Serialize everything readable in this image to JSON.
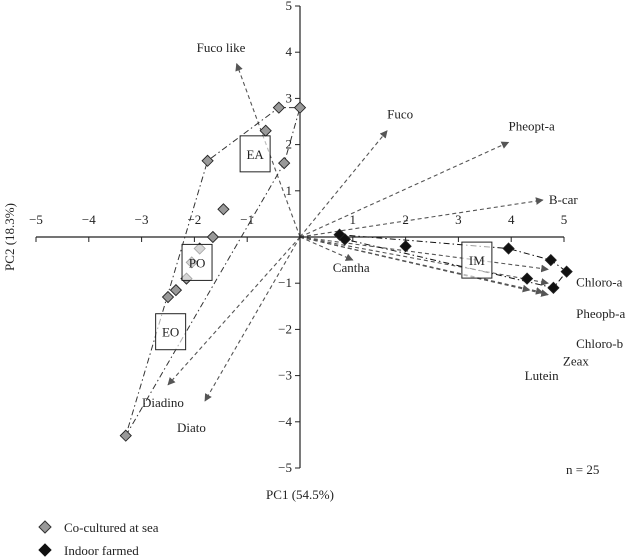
{
  "chart_data": {
    "type": "scatter",
    "subtype": "pca-biplot",
    "xlabel": "PC1 (54.5%)",
    "ylabel": "PC2 (18.3%)",
    "xlim": [
      -5,
      5
    ],
    "ylim": [
      -5,
      5
    ],
    "x_ticks": [
      -5,
      -4,
      -3,
      -2,
      -1,
      1,
      2,
      3,
      4,
      5
    ],
    "y_ticks": [
      -5,
      -4,
      -3,
      -2,
      -1,
      1,
      2,
      3,
      4,
      5
    ],
    "x_tick_labels": [
      "−5",
      "−4",
      "−3",
      "−2",
      "−1",
      "1",
      "2",
      "3",
      "4",
      "5"
    ],
    "y_tick_labels": [
      "−5",
      "−4",
      "−3",
      "−2",
      "−1",
      "1",
      "2",
      "3",
      "4",
      "5"
    ],
    "annotation": "n = 25",
    "legend_position": "bottom-left",
    "series": [
      {
        "name": "Co-cultured at sea",
        "marker": "diamond",
        "color": "#999999",
        "points": [
          [
            0.0,
            2.8
          ],
          [
            -0.4,
            2.8
          ],
          [
            -0.65,
            2.3
          ],
          [
            -0.3,
            1.6
          ],
          [
            -1.75,
            1.65
          ],
          [
            -1.45,
            0.6
          ],
          [
            -1.65,
            0.0
          ],
          [
            -1.9,
            -0.25
          ],
          [
            -2.05,
            -0.55
          ],
          [
            -2.15,
            -0.9
          ],
          [
            -2.35,
            -1.15
          ],
          [
            -2.5,
            -1.3
          ],
          [
            -3.3,
            -4.3
          ]
        ]
      },
      {
        "name": "Indoor farmed",
        "marker": "diamond",
        "color": "#111111",
        "points": [
          [
            0.75,
            0.05
          ],
          [
            0.85,
            -0.05
          ],
          [
            2.0,
            -0.2
          ],
          [
            3.95,
            -0.25
          ],
          [
            4.75,
            -0.5
          ],
          [
            5.05,
            -0.75
          ],
          [
            4.3,
            -0.9
          ],
          [
            4.8,
            -1.1
          ]
        ]
      }
    ],
    "group_labels": [
      {
        "label": "EA",
        "x": -0.85,
        "y": 1.8
      },
      {
        "label": "PO",
        "x": -1.95,
        "y": -0.55
      },
      {
        "label": "EO",
        "x": -2.45,
        "y": -2.05
      },
      {
        "label": "IM",
        "x": 3.35,
        "y": -0.5
      }
    ],
    "vectors": [
      {
        "label": "Fuco like",
        "x": -1.2,
        "y": 3.75
      },
      {
        "label": "Fuco",
        "x": 1.65,
        "y": 2.3
      },
      {
        "label": "Pheopt-a",
        "x": 3.95,
        "y": 2.05
      },
      {
        "label": "B-car",
        "x": 4.6,
        "y": 0.8
      },
      {
        "label": "Cantha",
        "x": 1.0,
        "y": -0.5
      },
      {
        "label": "Chloro-a",
        "x": 4.7,
        "y": -0.7
      },
      {
        "label": "Pheopb-a",
        "x": 4.7,
        "y": -1.0
      },
      {
        "label": "Chloro-b",
        "x": 4.7,
        "y": -1.25
      },
      {
        "label": "Zeax",
        "x": 4.6,
        "y": -1.2
      },
      {
        "label": "Lutein",
        "x": 4.35,
        "y": -1.15
      },
      {
        "label": "Diadino",
        "x": -2.5,
        "y": -3.2
      },
      {
        "label": "Diato",
        "x": -1.8,
        "y": -3.55
      }
    ]
  }
}
